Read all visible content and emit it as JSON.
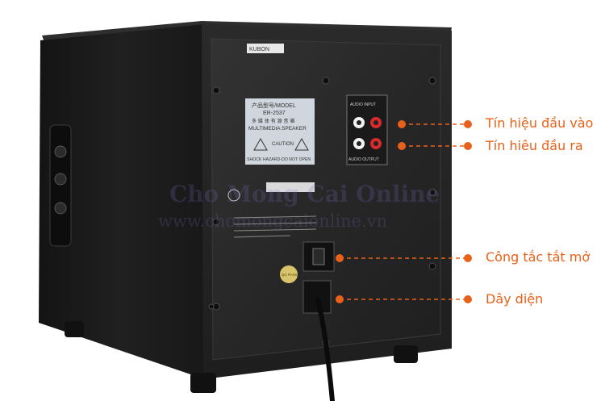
{
  "colors": {
    "callout": "#e8611a",
    "cabinet_front": "#242424",
    "cabinet_side": "#1c1c1c",
    "panel": "#2b2b2b",
    "label": "#cfd6dd",
    "watermark": "#786ebe"
  },
  "panel_labels": {
    "model_title": "产品型号/MODEL",
    "model_number": "ER-2537",
    "product_type_cn": "多 媒 体 有 源 音 箱",
    "product_type_en": "MULTIMEDIA SPEAKER",
    "caution": "CAUTION",
    "shock_warning": "SHOCK HAZARD-DO NOT OPEN",
    "audio_input": "AUDIO INPUT",
    "audio_output": "AUDIO OUTPUT",
    "brand_sticker": "KUBON",
    "qc": "QC PASS"
  },
  "callouts": [
    {
      "label": "Tín hiệu đầu vào"
    },
    {
      "label": "Tín hiêu đầu ra"
    },
    {
      "label": "Công tắc tắt mở"
    },
    {
      "label": "Dây diện"
    }
  ],
  "watermark": {
    "line1": "Cho Mong Cai Online",
    "line2": "www.chomongcaionline.vn"
  }
}
